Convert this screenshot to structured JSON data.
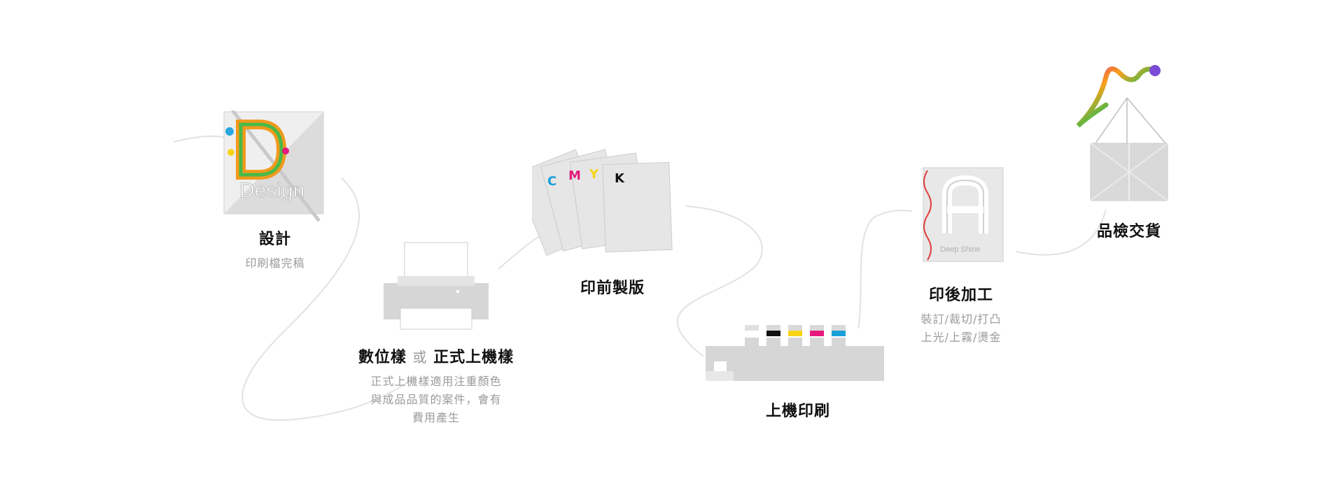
{
  "steps": [
    {
      "id": "design",
      "title": "設計",
      "desc": [
        "印刷檔完稿"
      ],
      "icon_text": "Design"
    },
    {
      "id": "proof",
      "title_a": "數位樣",
      "or": "或",
      "title_b": "正式上機樣",
      "desc": [
        "正式上機樣適用注重顏色",
        "與成品品質的案件，會有",
        "費用產生"
      ]
    },
    {
      "id": "plate",
      "title": "印前製版",
      "icon_letters": [
        "C",
        "M",
        "Y",
        "K"
      ]
    },
    {
      "id": "printing",
      "title": "上機印刷"
    },
    {
      "id": "postpress",
      "title": "印後加工",
      "desc": [
        "裝訂/裁切/打凸",
        "上光/上霧/燙金"
      ],
      "icon_text": "Deep Shine"
    },
    {
      "id": "delivery",
      "title": "品檢交貨"
    }
  ],
  "colors": {
    "cyan": "#19a0d8",
    "magenta": "#e6197d",
    "yellow": "#f7d416",
    "black": "#111111",
    "line": "#dddddd",
    "icon_gray": "#d6d6d6"
  }
}
